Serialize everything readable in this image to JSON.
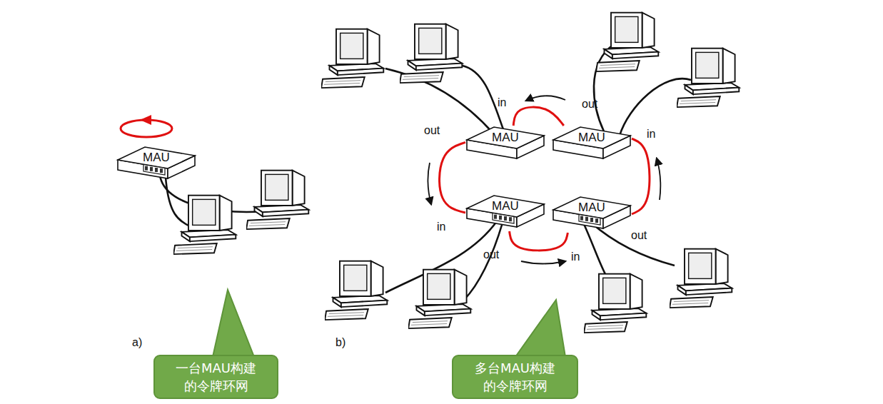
{
  "diagram": {
    "nodes": [
      {
        "text": [
          "MAU"
        ]
      },
      {
        "text": [
          "MAU"
        ]
      },
      {
        "text": [
          "MAU"
        ]
      },
      {
        "text": [
          "MAU"
        ]
      },
      {
        "text": [
          "MAU"
        ]
      },
      {
        "text": [
          "一台MAU构建的令牌环网"
        ]
      },
      {
        "text": [
          "多台MAU构建的令牌环网"
        ]
      }
    ],
    "edges": [
      {
        "from": 0,
        "to": 3,
        "arrow": "none"
      },
      {
        "from": 3,
        "to": 4,
        "arrow": "none"
      },
      {
        "from": 4,
        "to": 1,
        "arrow": "none"
      },
      {
        "from": 1,
        "to": 0,
        "arrow": "none"
      }
    ],
    "labels": [
      "in",
      "out",
      "out",
      "in",
      "in",
      "out",
      "out",
      "in",
      "a)",
      "b)"
    ]
  }
}
